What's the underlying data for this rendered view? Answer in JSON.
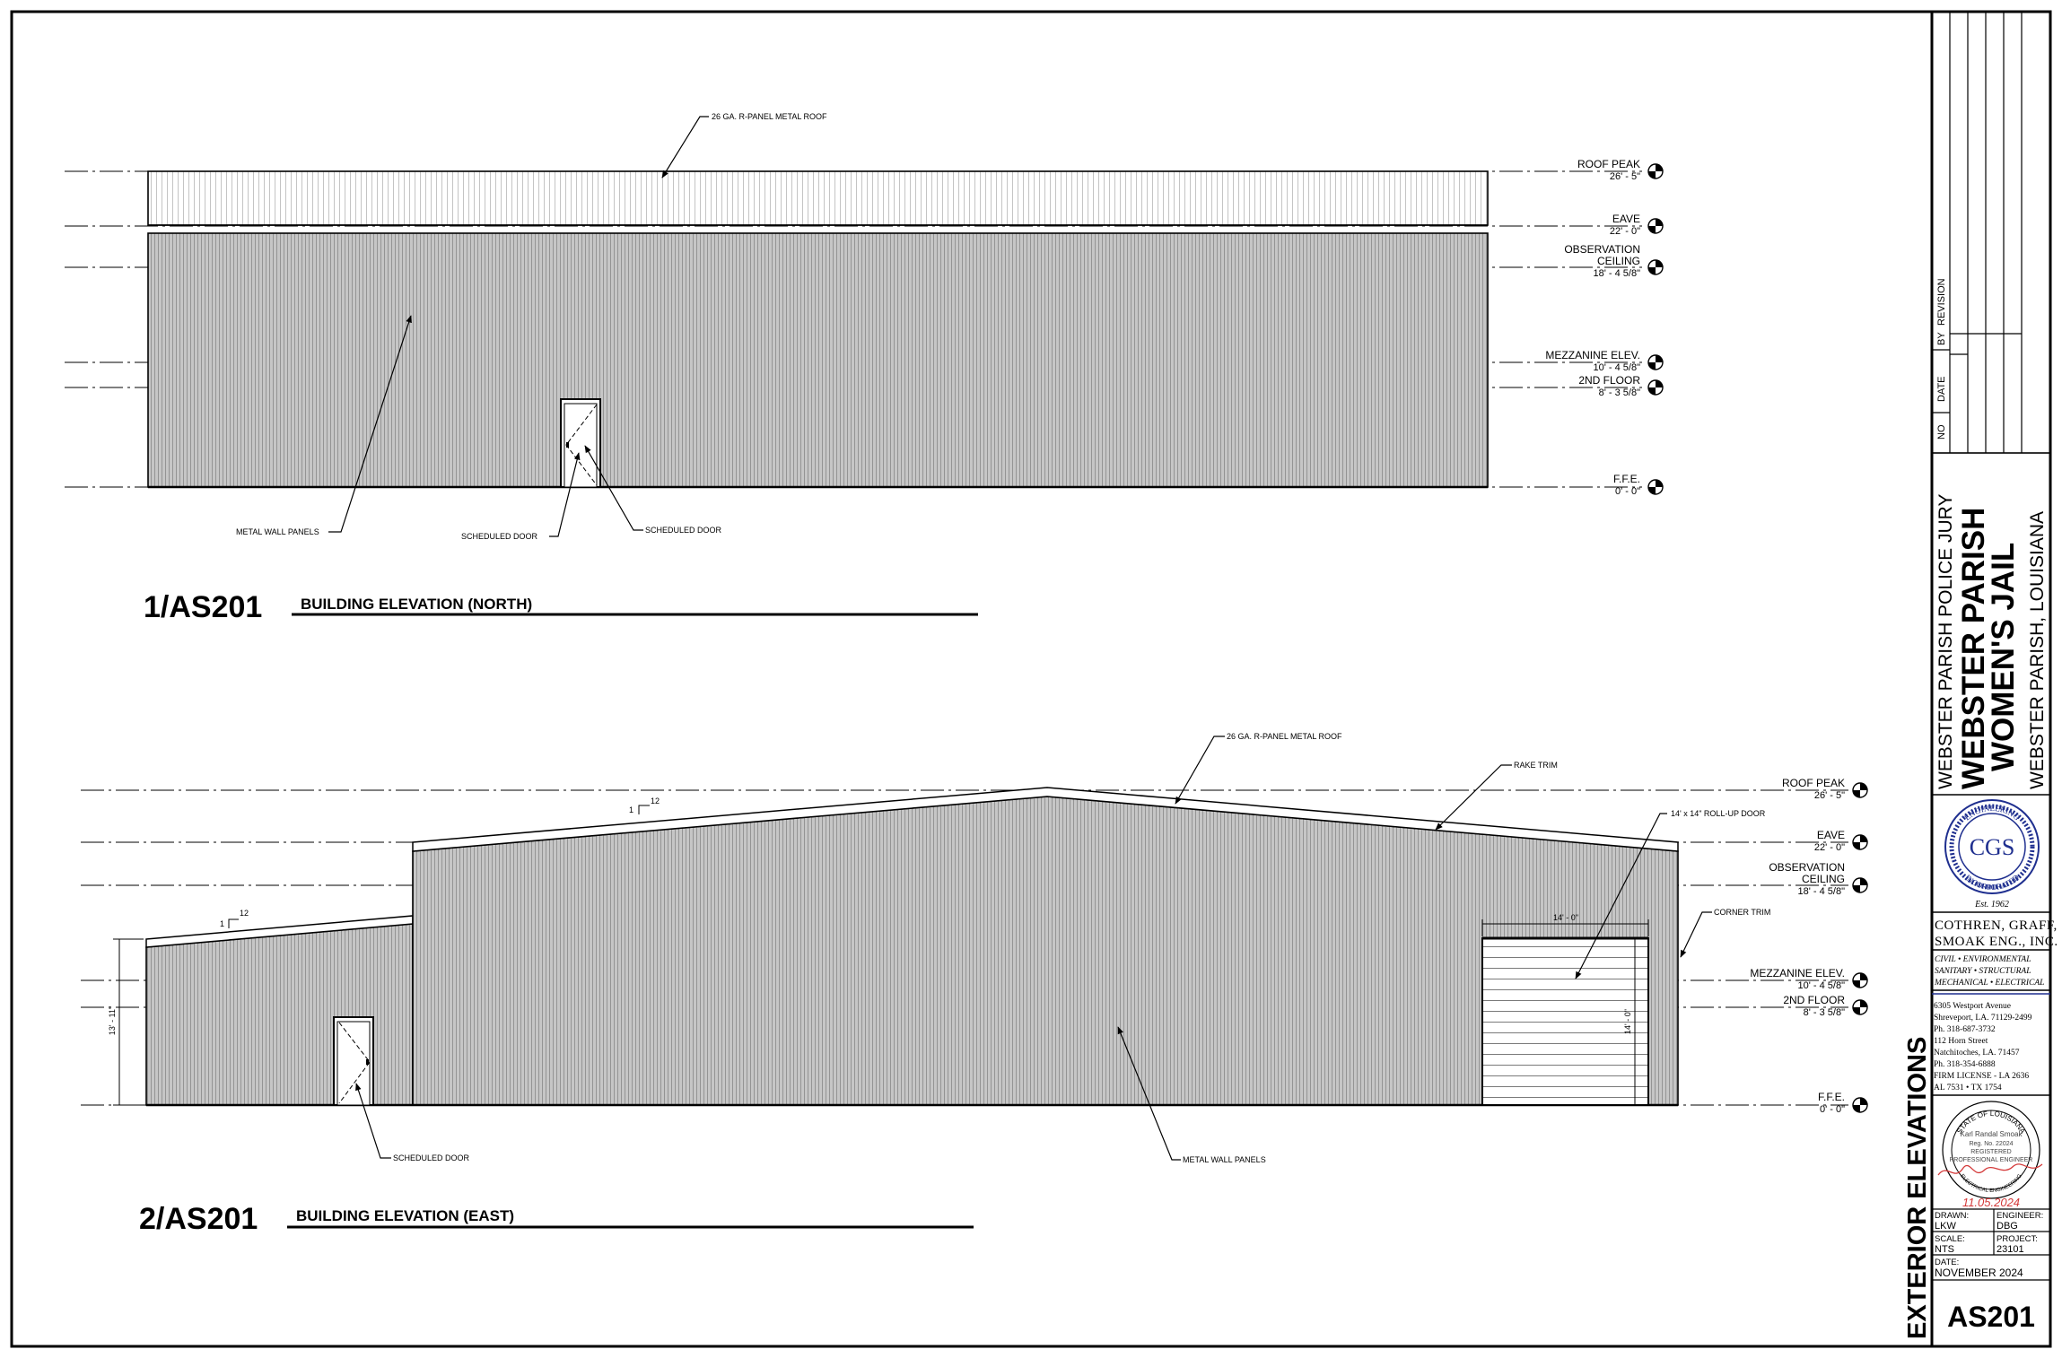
{
  "drawing": {
    "north": {
      "roof_note": "26 GA. R-PANEL METAL ROOF",
      "wall_note": "METAL WALL PANELS",
      "door_note_left": "SCHEDULED DOOR",
      "door_note_right": "SCHEDULED DOOR",
      "view_number": "1/AS201",
      "view_title": "BUILDING ELEVATION (NORTH)"
    },
    "east": {
      "roof_note": "26 GA. R-PANEL METAL ROOF",
      "rake_note": "RAKE TRIM",
      "rollup_note": "14' x 14\" ROLL-UP DOOR",
      "corner_note": "CORNER TRIM",
      "door_note": "SCHEDULED DOOR",
      "wall_note": "METAL WALL PANELS",
      "slope_rise": "1",
      "slope_run": "12",
      "rollup_width": "14' - 0\"",
      "rollup_height": "14' - 0\"",
      "left_height": "13' - 11\"",
      "view_number": "2/AS201",
      "view_title": "BUILDING ELEVATION (EAST)"
    },
    "levels": [
      {
        "name": "ROOF PEAK",
        "value": "26' - 5\""
      },
      {
        "name": "EAVE",
        "value": "22' - 0\""
      },
      {
        "name": "OBSERVATION",
        "name2": "CEILING",
        "value": "18' - 4 5/8\""
      },
      {
        "name": "MEZZANINE ELEV.",
        "value": "10' - 4 5/8\""
      },
      {
        "name": "2ND FLOOR",
        "value": "8' - 3 5/8\""
      },
      {
        "name": "F.F.E.",
        "value": "0' - 0\""
      }
    ]
  },
  "title_block": {
    "sheet_title": "EXTERIOR ELEVATIONS",
    "revision_headers": {
      "no": "NO",
      "date": "DATE",
      "by": "BY",
      "revision": "REVISION"
    },
    "client": "WEBSTER PARISH POLICE JURY",
    "project_line1": "WEBSTER PARISH",
    "project_line2": "WOMEN'S JAIL",
    "location": "WEBSTER PARISH, LOUISIANA",
    "seal": {
      "ring_top": "ENGINEERING",
      "ring_bottom": "INCORPORATED",
      "monogram": "CGS",
      "established": "Est. 1962"
    },
    "firm_line1": "COTHREN, GRAFF,",
    "firm_line2": "SMOAK ENG., INC.",
    "disciplines": [
      "CIVIL • ENVIRONMENTAL",
      "SANITARY • STRUCTURAL",
      "MECHANICAL • ELECTRICAL"
    ],
    "address": [
      "6305 Westport Avenue",
      "Shreveport, LA. 71129-2499",
      "Ph. 318-687-3732",
      "112 Horn Street",
      "Natchitoches, LA. 71457",
      "Ph. 318-354-6888",
      "FIRM LICENSE - LA 2636",
      "AL 7531 • TX 1754"
    ],
    "pe_stamp": {
      "ring_top": "STATE OF LOUISIANA",
      "name": "Karl Randal Smoak",
      "reg": "Reg. No. 22024",
      "line3": "REGISTERED",
      "line4": "PROFESSIONAL ENGINEER",
      "ring_bottom": "ELECTRICAL ENGINEERING",
      "date": "11.05.2024"
    },
    "drawn_label": "DRAWN:",
    "drawn": "LKW",
    "engineer_label": "ENGINEER:",
    "engineer": "DBG",
    "scale_label": "SCALE:",
    "scale": "NTS",
    "project_label": "PROJECT:",
    "project": "23101",
    "date_label": "DATE:",
    "date": "NOVEMBER 2024",
    "sheet_number": "AS201"
  },
  "colors": {
    "panel": "#c4c4c4",
    "rib": "#9a9a9a",
    "line": "#000000",
    "seal_blue": "#1f2f8f",
    "signature_red": "#d43a3a"
  }
}
